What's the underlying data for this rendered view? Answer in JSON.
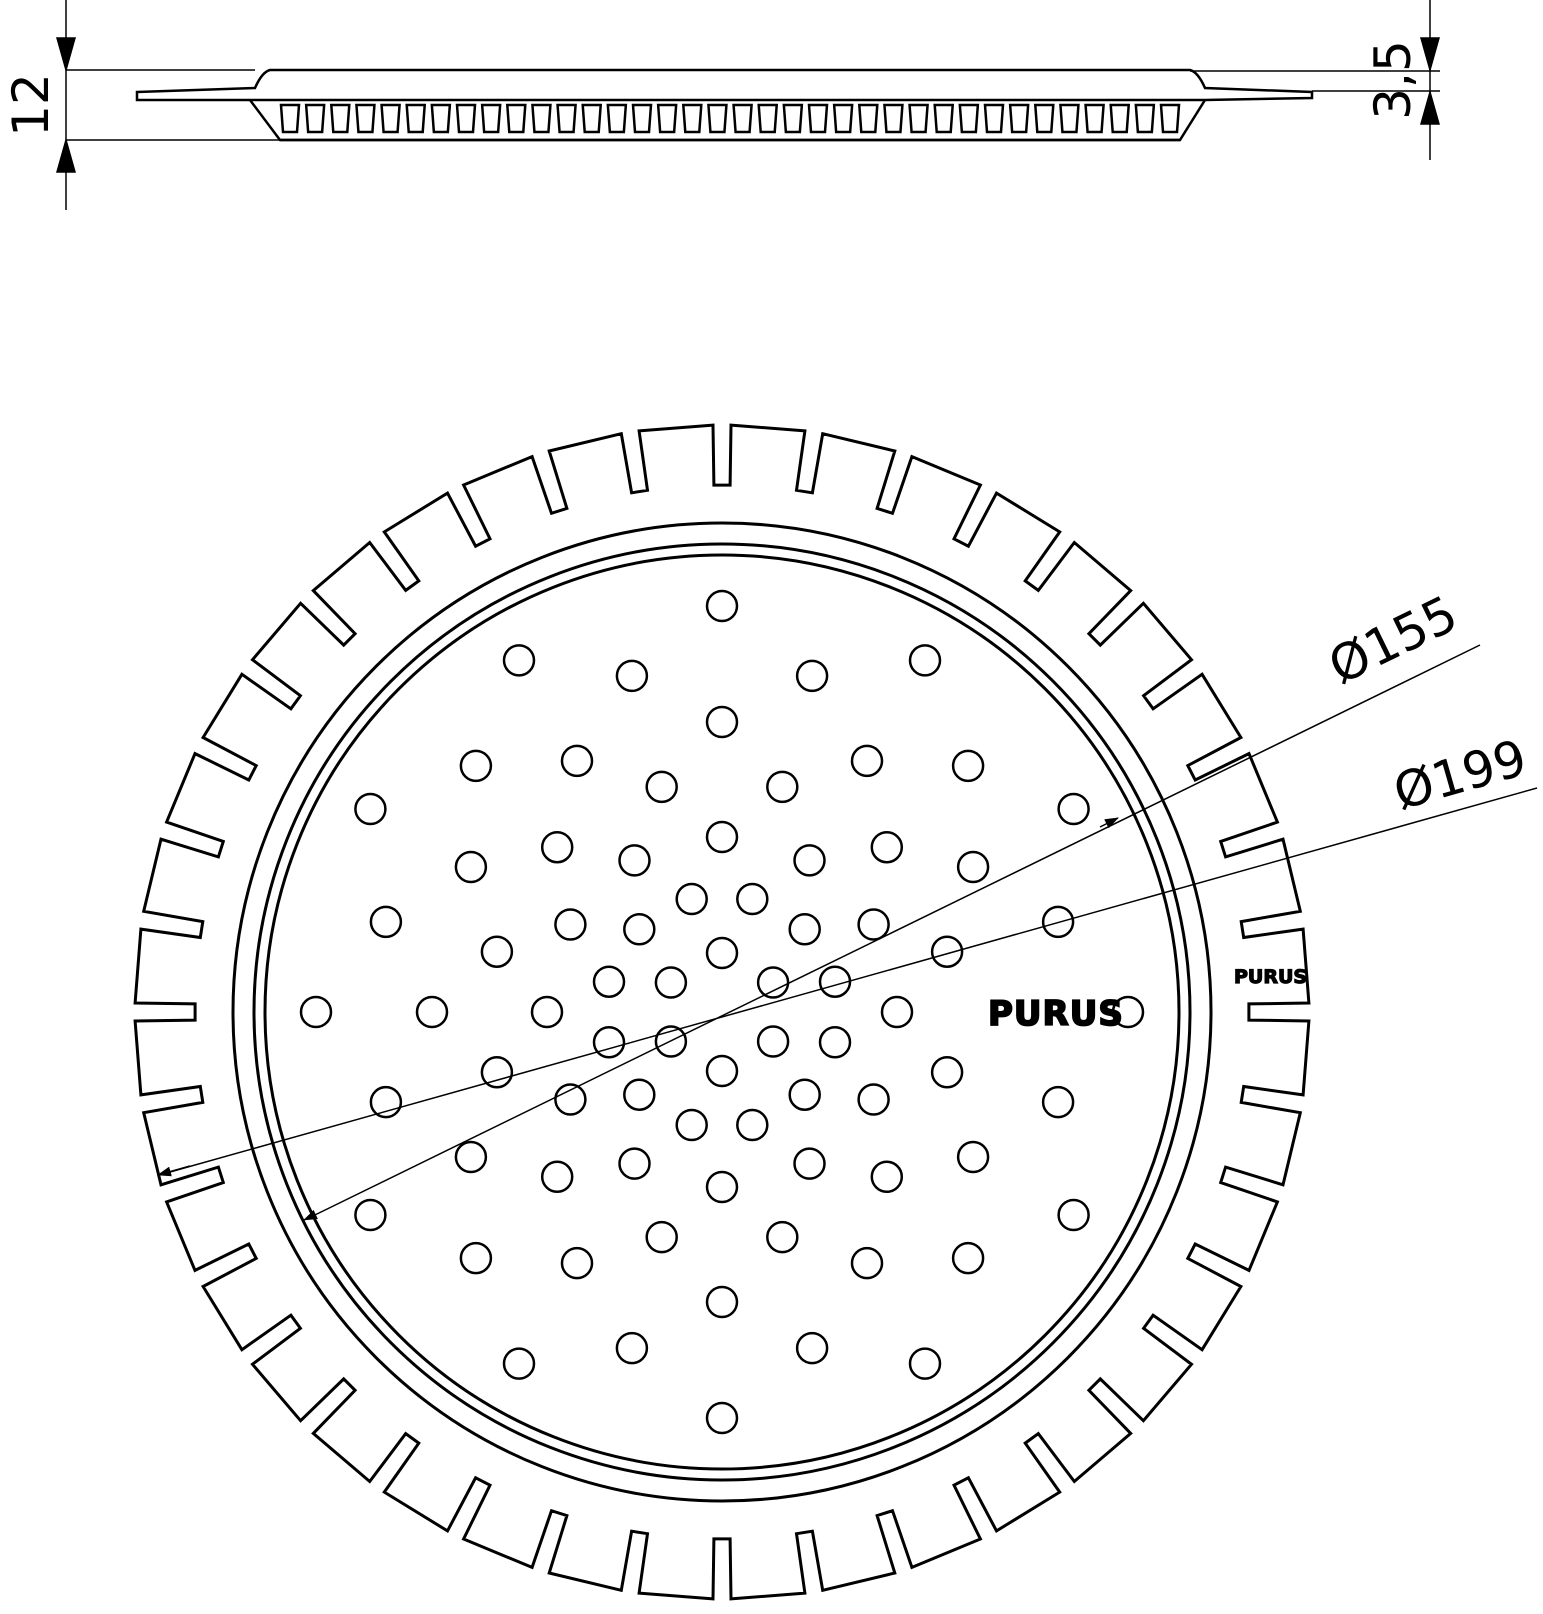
{
  "dimensions": {
    "height_total": "12",
    "lip_height": "3,5",
    "inner_diameter": "Ø155",
    "outer_diameter": "Ø199"
  },
  "logo": {
    "center_mark": "PURUS",
    "rim_mark": "PURUS"
  },
  "grate": {
    "slot_count": 40,
    "hole_rings": [
      {
        "count": 6
      },
      {
        "count": 12
      },
      {
        "count": 12
      },
      {
        "count": 12
      },
      {
        "count": 12
      },
      {
        "count": 12
      },
      {
        "count": 12
      }
    ]
  },
  "colors": {
    "line": "#000000",
    "background": "#ffffff"
  }
}
